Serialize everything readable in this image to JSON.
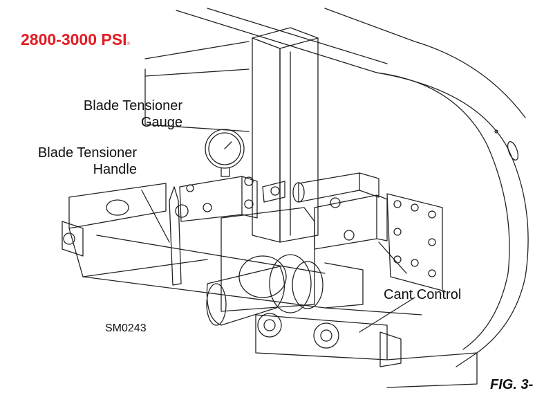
{
  "pressure_label": "2800-3000 PSI",
  "pressure_suffix": "®",
  "callouts": {
    "gauge_line1": "Blade Tensioner",
    "gauge_line2": "Gauge",
    "handle_line1": "Blade Tensioner",
    "handle_line2": "Handle",
    "cant": "Cant Control"
  },
  "part_code": "SM0243",
  "figure_label": "FIG. 3-",
  "colors": {
    "pressure_text": "#e31b23",
    "line": "#222222"
  }
}
